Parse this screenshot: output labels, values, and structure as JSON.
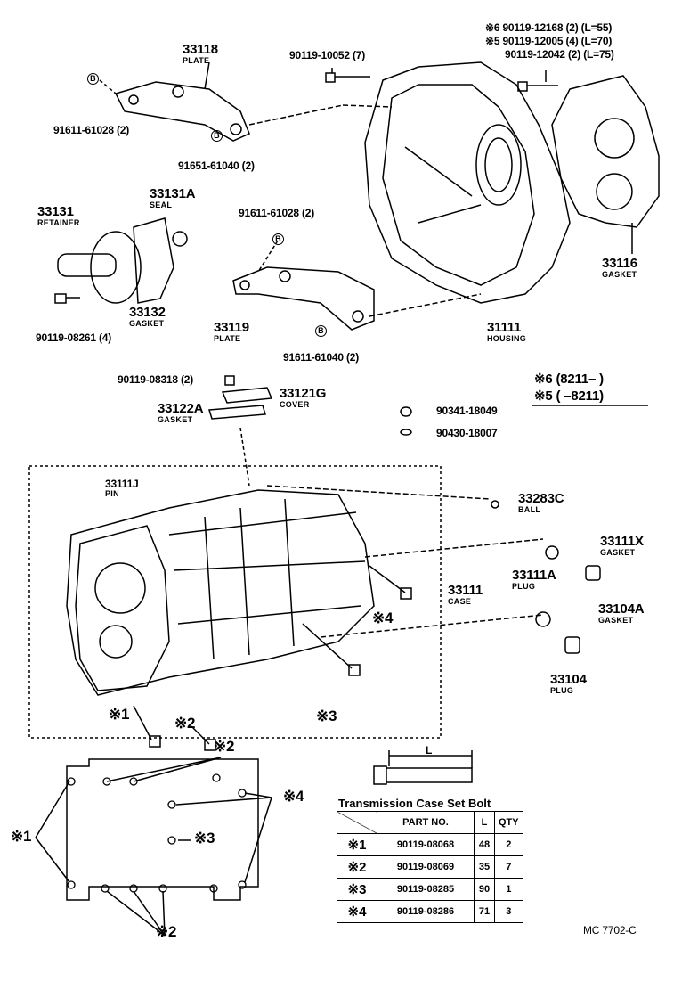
{
  "labels": {
    "p33118": "33118",
    "p33118_sub": "PLATE",
    "p91611a": "91611-61028 (2)",
    "p91651": "91651-61040 (2)",
    "p90119_10052": "90119-10052 (7)",
    "bolt6": "※6 90119-12168 (2) (L=55)",
    "bolt5": "※5 90119-12005 (4) (L=70)",
    "bolt_plain": "90119-12042 (2) (L=75)",
    "p33131": "33131",
    "p33131_sub": "RETAINER",
    "p33131A": "33131A",
    "p33131A_sub": "SEAL",
    "p91611b": "91611-61028 (2)",
    "p33132": "33132",
    "p33132_sub": "GASKET",
    "p90119_08261": "90119-08261 (4)",
    "p33119": "33119",
    "p33119_sub": "PLATE",
    "p91611c": "91611-61040 (2)",
    "p31111": "31111",
    "p31111_sub": "HOUSING",
    "p33116": "33116",
    "p33116_sub": "GASKET",
    "range6": "※6 (8211–     )",
    "range5": "※5 (       –8211)",
    "p90119_08318": "90119-08318 (2)",
    "p33121G": "33121G",
    "p33121G_sub": "COVER",
    "p33122A": "33122A",
    "p33122A_sub": "GASKET",
    "p90341": "90341-18049",
    "p90430": "90430-18007",
    "p33111J": "33111J",
    "p33111J_sub": "PIN",
    "p33283C": "33283C",
    "p33283C_sub": "BALL",
    "p33111X": "33111X",
    "p33111X_sub": "GASKET",
    "p33111A": "33111A",
    "p33111A_sub": "PLUG",
    "p33111": "33111",
    "p33111_sub": "CASE",
    "p33104A": "33104A",
    "p33104A_sub": "GASKET",
    "p33104": "33104",
    "p33104_sub": "PLUG",
    "m4a": "※4",
    "m1a": "※1",
    "m2a": "※2",
    "m3a": "※3",
    "m2b": "※2",
    "m4b": "※4",
    "m1b": "※1",
    "m3b": "※3",
    "m2c": "※2",
    "L": "L",
    "B": "B",
    "code": "MC  7702-C"
  },
  "bolt_table": {
    "title": "Transmission Case Set Bolt",
    "headers": [
      "",
      "PART NO.",
      "L",
      "QTY"
    ],
    "rows": [
      {
        "mark": "※1",
        "part": "90119-08068",
        "L": "48",
        "qty": "2"
      },
      {
        "mark": "※2",
        "part": "90119-08069",
        "L": "35",
        "qty": "7"
      },
      {
        "mark": "※3",
        "part": "90119-08285",
        "L": "90",
        "qty": "1"
      },
      {
        "mark": "※4",
        "part": "90119-08286",
        "L": "71",
        "qty": "3"
      }
    ]
  }
}
